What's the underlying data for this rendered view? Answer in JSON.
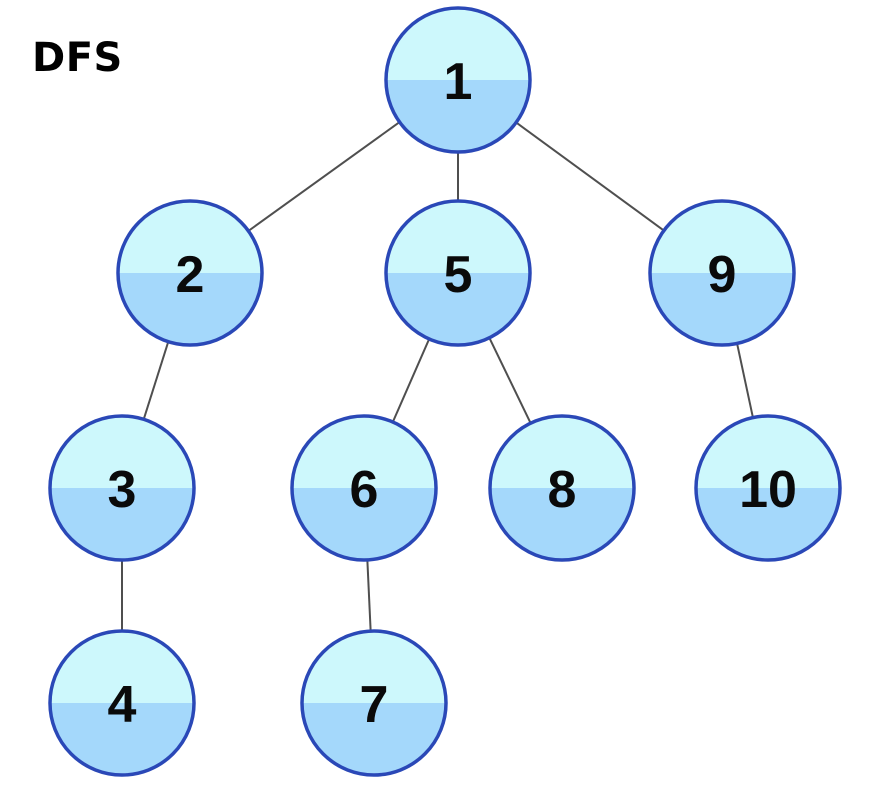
{
  "title": "DFS",
  "colors": {
    "node_top": "#cdf8fc",
    "node_bottom": "#a4d8fb",
    "node_border": "#2a48b7",
    "edge": "#4f4f4f",
    "label": "#0a0a0a"
  },
  "tree": {
    "nodes": [
      {
        "id": "1",
        "label": "1"
      },
      {
        "id": "2",
        "label": "2"
      },
      {
        "id": "5",
        "label": "5"
      },
      {
        "id": "9",
        "label": "9"
      },
      {
        "id": "3",
        "label": "3"
      },
      {
        "id": "6",
        "label": "6"
      },
      {
        "id": "8",
        "label": "8"
      },
      {
        "id": "10",
        "label": "10"
      },
      {
        "id": "4",
        "label": "4"
      },
      {
        "id": "7",
        "label": "7"
      }
    ],
    "edges": [
      [
        "1",
        "2"
      ],
      [
        "1",
        "5"
      ],
      [
        "1",
        "9"
      ],
      [
        "2",
        "3"
      ],
      [
        "3",
        "4"
      ],
      [
        "5",
        "6"
      ],
      [
        "5",
        "8"
      ],
      [
        "6",
        "7"
      ],
      [
        "9",
        "10"
      ]
    ]
  }
}
